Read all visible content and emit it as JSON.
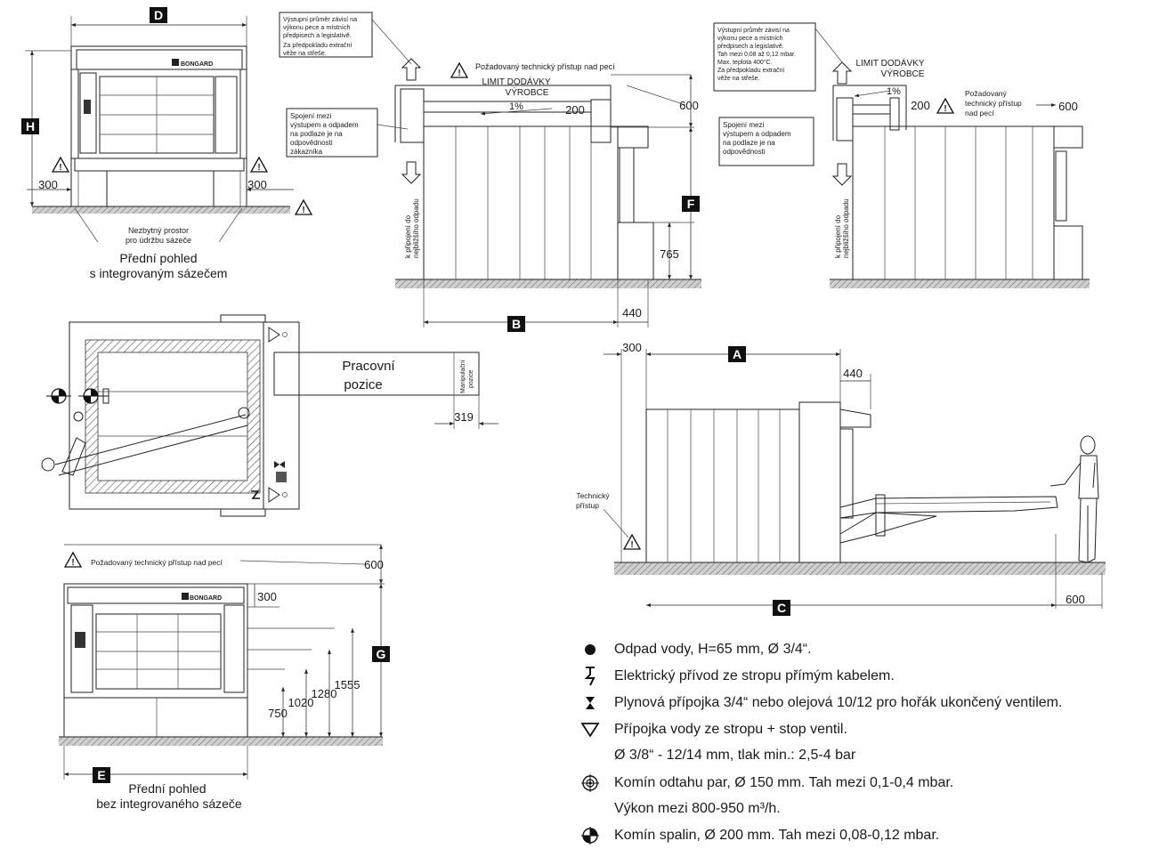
{
  "dimension_labels": {
    "D": "D",
    "H": "H",
    "F": "F",
    "B": "B",
    "A": "A",
    "C": "C",
    "G": "G",
    "E": "E"
  },
  "front_view_integrated": {
    "left_clearance": "300",
    "right_clearance": "300",
    "service_note": [
      "Nezbytný prostor",
      "pro údržbu sázeče"
    ],
    "caption": [
      "Přední pohled",
      "s integrovaným sázečem"
    ],
    "brand": "BONGARD"
  },
  "side_view_1": {
    "note_outlet": [
      "Výstupní průměr závisí na",
      "výkonu pece a místních",
      "předpisech a legislativě.",
      "Za předpokladu extrační",
      "věže na střeše."
    ],
    "tech_access": "Požadovaný technický přístup nad pecí",
    "limit": [
      "LIMIT DODÁVKY",
      "VÝROBCE"
    ],
    "slope": "1%",
    "dim_200": "200",
    "dim_600": "600",
    "note_connection": [
      "Spojení mezi",
      "výstupem a odpadem",
      "na podlaze je na",
      "odpovědnosti",
      "zákazníka"
    ],
    "drain_label": [
      "k připojení do",
      "nejbližšího odpadu"
    ],
    "dim_765": "765",
    "dim_440": "440"
  },
  "side_view_2": {
    "note_outlet": [
      "Výstupní průměr závisí na",
      "výkonu pece a místních",
      "předpisech a legislativě.",
      "Tah mezi 0,08 až 0,12 mbar.",
      "Max. teplota 400°C.",
      "Za předpokladu extrační",
      "věže na střeše."
    ],
    "limit": [
      "LIMIT DODÁVKY",
      "VÝROBCE"
    ],
    "slope": "1%",
    "dim_200": "200",
    "tech_access": [
      "Požadovaný",
      "technický přístup",
      "nad pecí"
    ],
    "dim_600": "600",
    "note_connection": [
      "Spojení mezi",
      "výstupem a odpadem",
      "na podlaze je na",
      "odpovědnosti"
    ],
    "drain_label": [
      "k připojení do",
      "nejbližšího odpadu"
    ]
  },
  "plan_view": {
    "working_position": [
      "Pracovní",
      "pozice"
    ],
    "handling_position": [
      "Manipulační",
      "pozice"
    ],
    "dim_319": "319"
  },
  "side_view_operator": {
    "dim_300": "300",
    "dim_440": "440",
    "tech_access": [
      "Technický",
      "přístup"
    ],
    "dim_600": "600"
  },
  "front_view_plain": {
    "tech_access": "Požadovaný technický přístup nad pecí",
    "dim_600": "600",
    "dim_300": "300",
    "heights": [
      "750",
      "1020",
      "1280",
      "1555"
    ],
    "caption": [
      "Přední pohled",
      "bez integrovaného sázeče"
    ],
    "brand": "BONGARD"
  },
  "legend": [
    {
      "icon": "water-drain-icon",
      "text": "Odpad vody, H=65 mm, Ø 3/4“."
    },
    {
      "icon": "electric-supply-icon",
      "text": "Elektrický přívod ze stropu přímým kabelem."
    },
    {
      "icon": "gas-valve-icon",
      "text": "Plynová přípojka 3/4“ nebo olejová 10/12 pro hořák ukončený ventilem."
    },
    {
      "icon": "water-supply-icon",
      "text": "Přípojka vody ze stropu + stop ventil."
    },
    {
      "icon": "",
      "text": "Ø 3/8“ - 12/14 mm, tlak min.: 2,5-4 bar"
    },
    {
      "icon": "steam-chimney-icon",
      "text": "Komín odtahu par, Ø 150 mm. Tah mezi 0,1-0,4 mbar."
    },
    {
      "icon": "",
      "text": "Výkon mezi 800-950 m³/h."
    },
    {
      "icon": "flue-chimney-icon",
      "text": "Komín spalin, Ø 200 mm. Tah mezi 0,08-0,12 mbar."
    }
  ]
}
